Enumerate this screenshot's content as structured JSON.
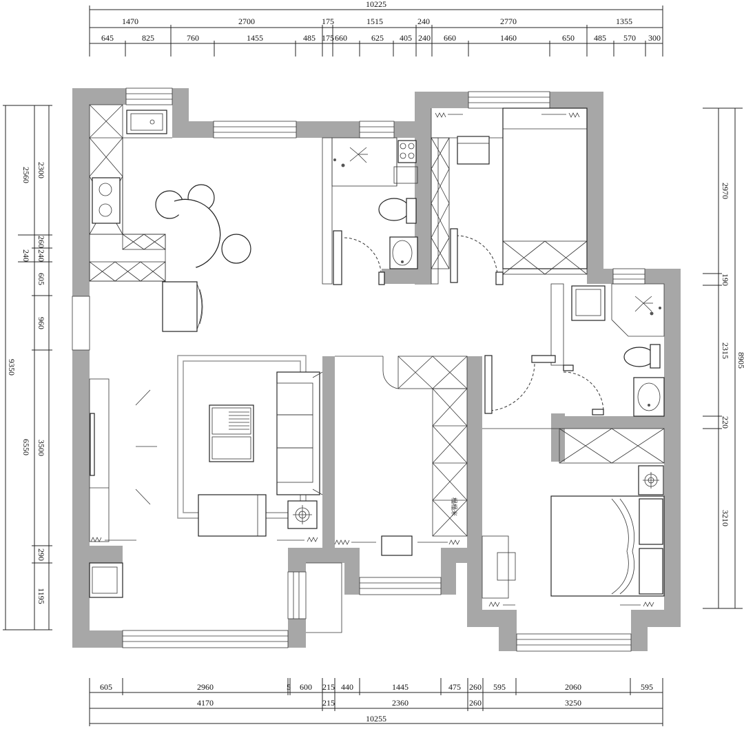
{
  "dimensions": {
    "top_total": "10225",
    "top_mid": [
      "1470",
      "2700",
      "175",
      "1515",
      "240",
      "2770",
      "1355"
    ],
    "top_fine": [
      "645",
      "825",
      "760",
      "1455",
      "485",
      "175",
      "660",
      "625",
      "405",
      "240",
      "660",
      "1460",
      "650",
      "485",
      "570",
      "300"
    ],
    "bottom_total": "10255",
    "bottom_mid": [
      "4170",
      "215",
      "2360",
      "260",
      "3250"
    ],
    "bottom_fine": [
      "605",
      "2960",
      "5",
      "600",
      "215",
      "440",
      "1445",
      "475",
      "260",
      "595",
      "2060",
      "595"
    ],
    "left_total": "9350",
    "left_mid": [
      "2560",
      "240",
      "6550"
    ],
    "left_fine": [
      "2300",
      "260",
      "240",
      "605",
      "960",
      "3500",
      "290",
      "1195"
    ],
    "right_total": "8905",
    "right_fine": [
      "2970",
      "190",
      "2315",
      "220",
      "3210"
    ]
  },
  "labels": {
    "tatami_label": "榻榻米"
  }
}
